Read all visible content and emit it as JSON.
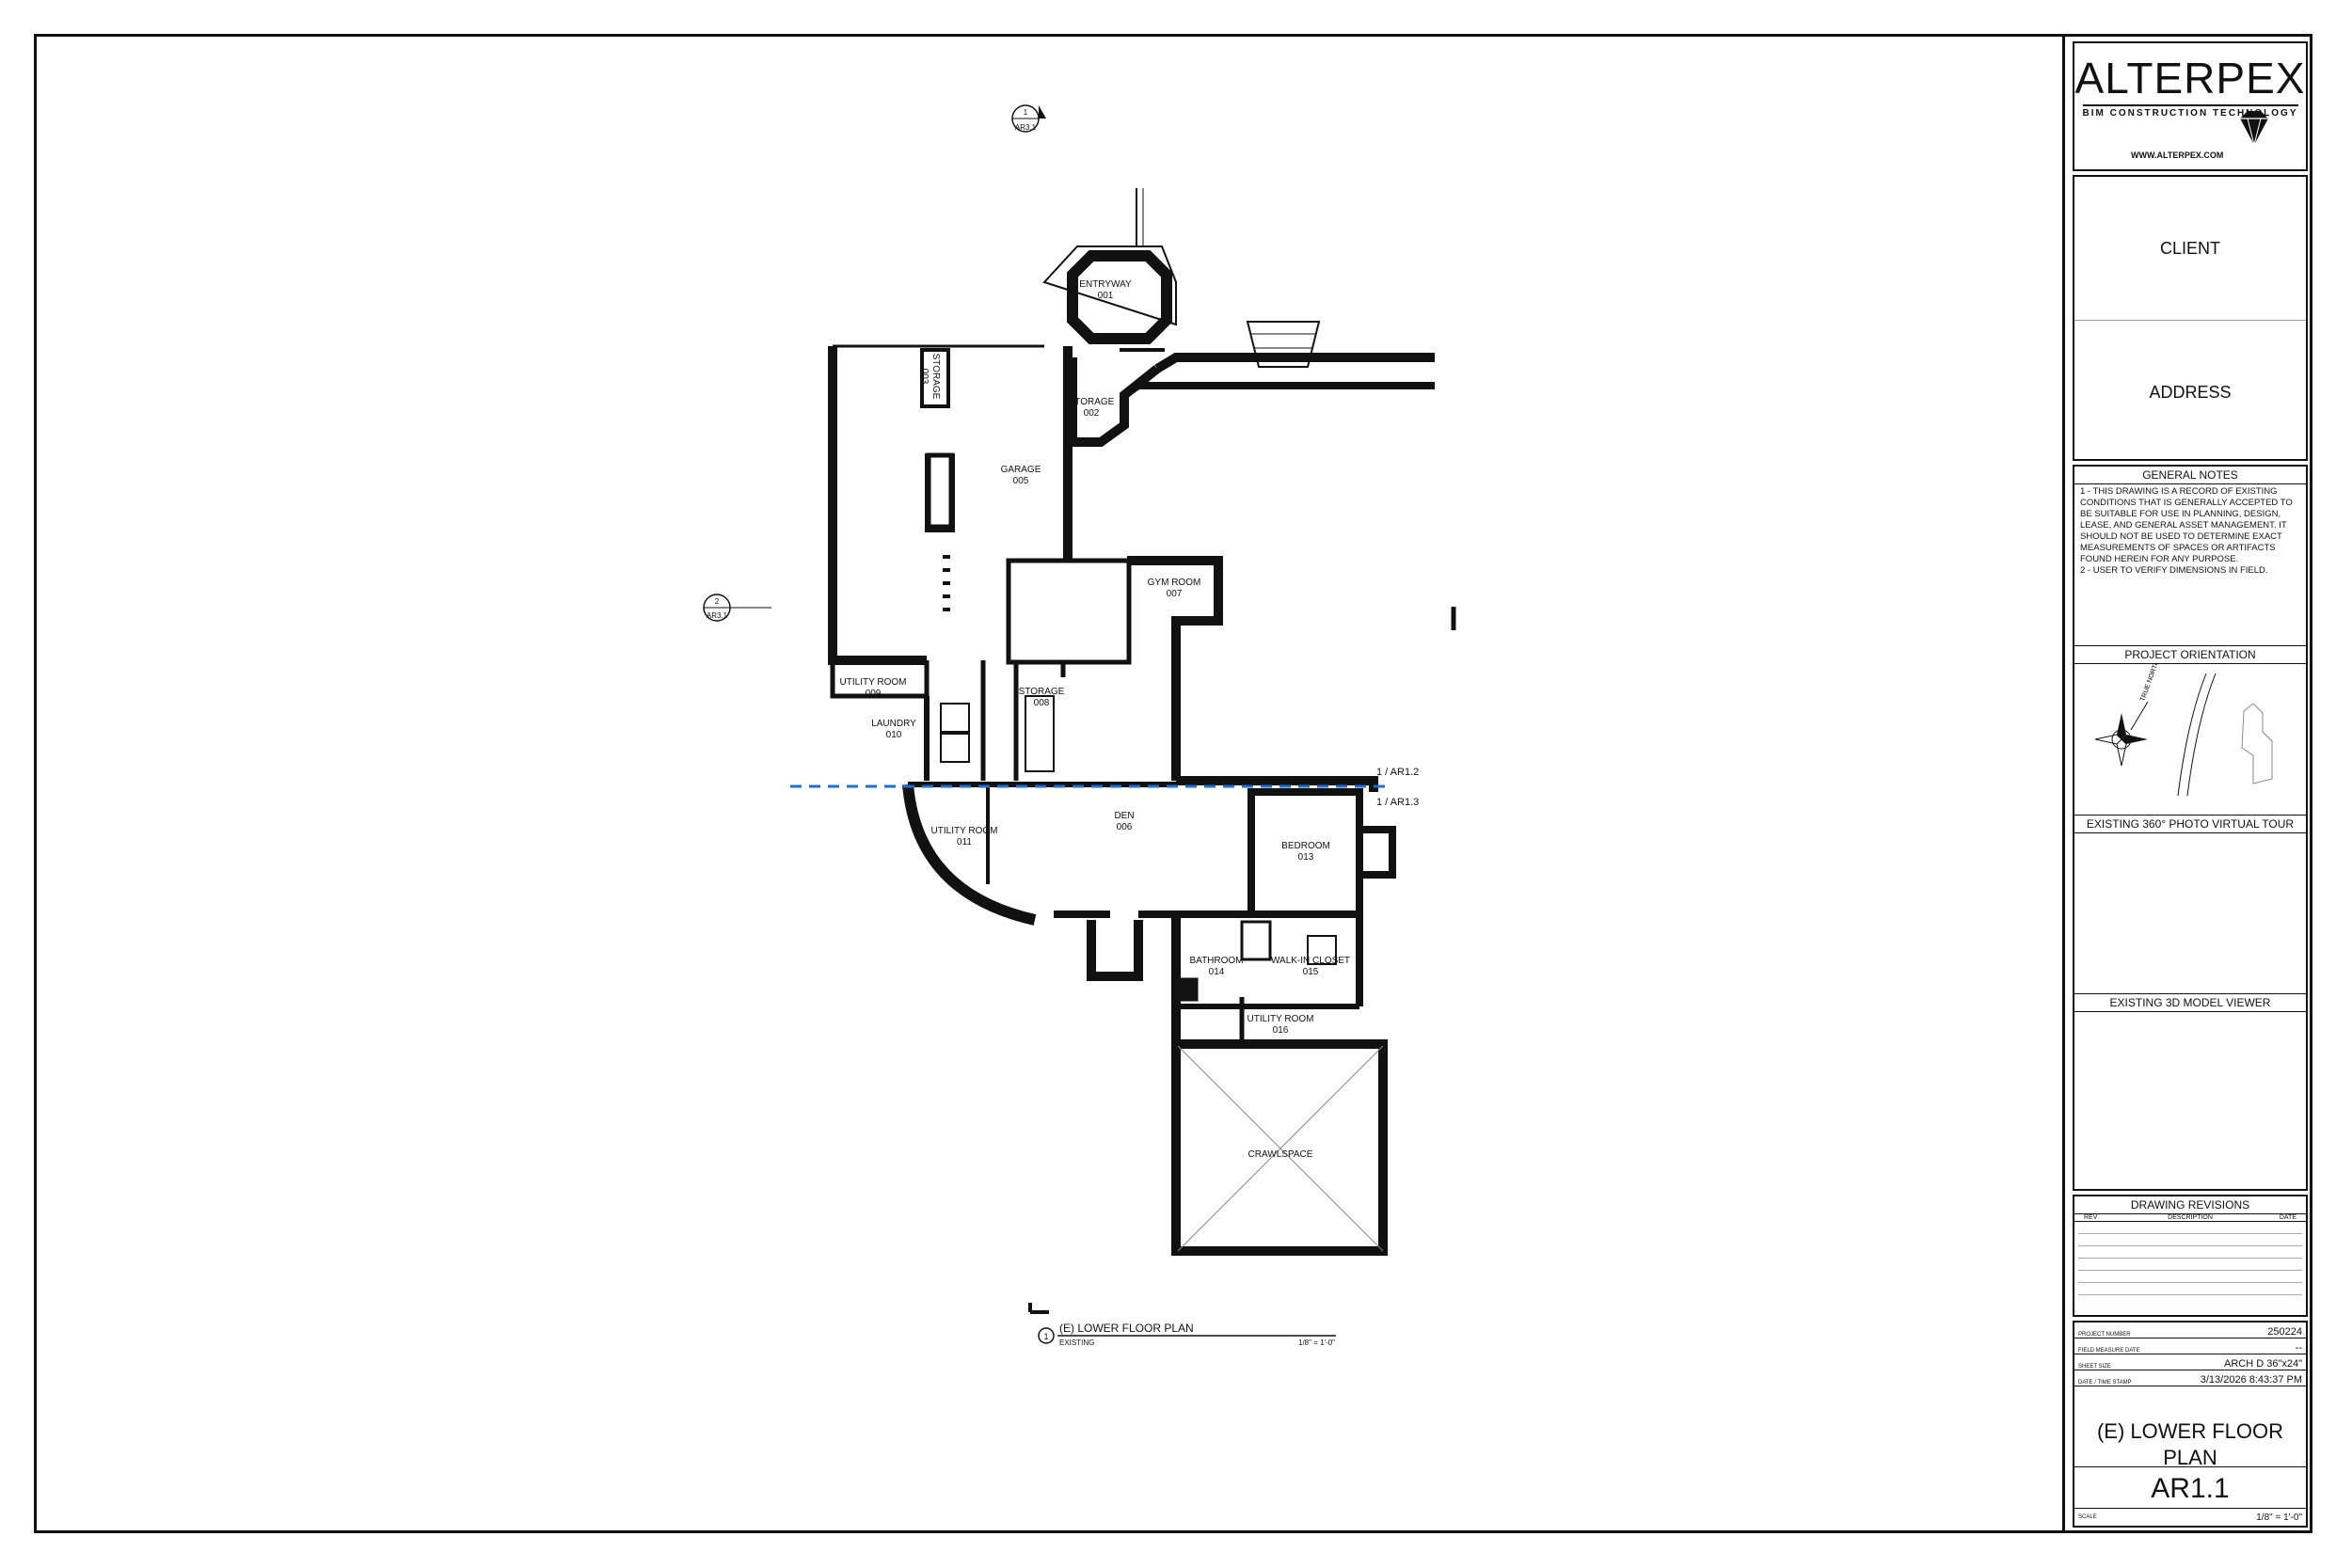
{
  "sheet": {
    "company": "ALTERPEX",
    "tagline": "BIM CONSTRUCTION TECHNOLOGY",
    "website": "WWW.ALTERPEX.COM",
    "client_label": "CLIENT",
    "address_label": "ADDRESS",
    "general_notes_title": "GENERAL NOTES",
    "general_notes": "1 - THIS DRAWING IS A RECORD OF EXISTING CONDITIONS THAT IS GENERALLY ACCEPTED TO BE SUITABLE FOR USE IN PLANNING, DESIGN, LEASE, AND GENERAL ASSET MANAGEMENT. IT SHOULD NOT BE USED TO DETERMINE EXACT MEASUREMENTS OF SPACES OR ARTIFACTS FOUND HEREIN FOR ANY PURPOSE.\n2 - USER TO VERIFY DIMENSIONS IN FIELD.",
    "project_orientation_title": "PROJECT ORIENTATION",
    "true_north": "TRUE NORTH",
    "virtual_tour_title": "EXISTING 360° PHOTO VIRTUAL TOUR",
    "model_viewer_title": "EXISTING 3D MODEL VIEWER",
    "revisions_title": "DRAWING REVISIONS",
    "rev_headers": [
      "REV",
      "DESCRIPTION",
      "DATE"
    ],
    "project_number_label": "PROJECT NUMBER",
    "project_number": "250224",
    "field_measure_label": "FIELD MEASURE DATE",
    "field_measure": "--",
    "sheet_size_label": "SHEET SIZE",
    "sheet_size": "ARCH D 36\"x24\"",
    "timestamp_label": "DATE / TIME STAMP",
    "timestamp": "3/13/2026 8:43:37 PM",
    "sheet_title": "(E) LOWER FLOOR\nPLAN",
    "sheet_number": "AR1.1",
    "scale_label": "SCALE",
    "scale": "1/8\" = 1'-0\""
  },
  "plan": {
    "title": "(E) LOWER  FLOOR PLAN",
    "subtitle": "EXISTING",
    "scale": "1/8\" = 1'-0\"",
    "number": "1",
    "section_refs": [
      "1 / AR1.2",
      "1 / AR1.3"
    ],
    "elevation_tags": [
      {
        "num": "1",
        "sheet": "AR3.1"
      },
      {
        "num": "2",
        "sheet": "AR3.1"
      }
    ],
    "rooms": [
      {
        "name": "ENTRYWAY",
        "num": "001"
      },
      {
        "name": "STORAGE",
        "num": "002"
      },
      {
        "name": "STORAGE",
        "num": "003"
      },
      {
        "name": "GARAGE",
        "num": "005"
      },
      {
        "name": "GYM ROOM",
        "num": "007"
      },
      {
        "name": "STORAGE",
        "num": "008"
      },
      {
        "name": "UTILITY ROOM",
        "num": "009"
      },
      {
        "name": "LAUNDRY",
        "num": "010"
      },
      {
        "name": "DEN",
        "num": "006"
      },
      {
        "name": "UTILITY ROOM",
        "num": "011"
      },
      {
        "name": "BEDROOM",
        "num": "013"
      },
      {
        "name": "BATHROOM",
        "num": "014"
      },
      {
        "name": "WALK-IN CLOSET",
        "num": "015"
      },
      {
        "name": "UTILITY ROOM",
        "num": "016"
      },
      {
        "name": "CRAWLSPACE",
        "num": ""
      }
    ]
  }
}
